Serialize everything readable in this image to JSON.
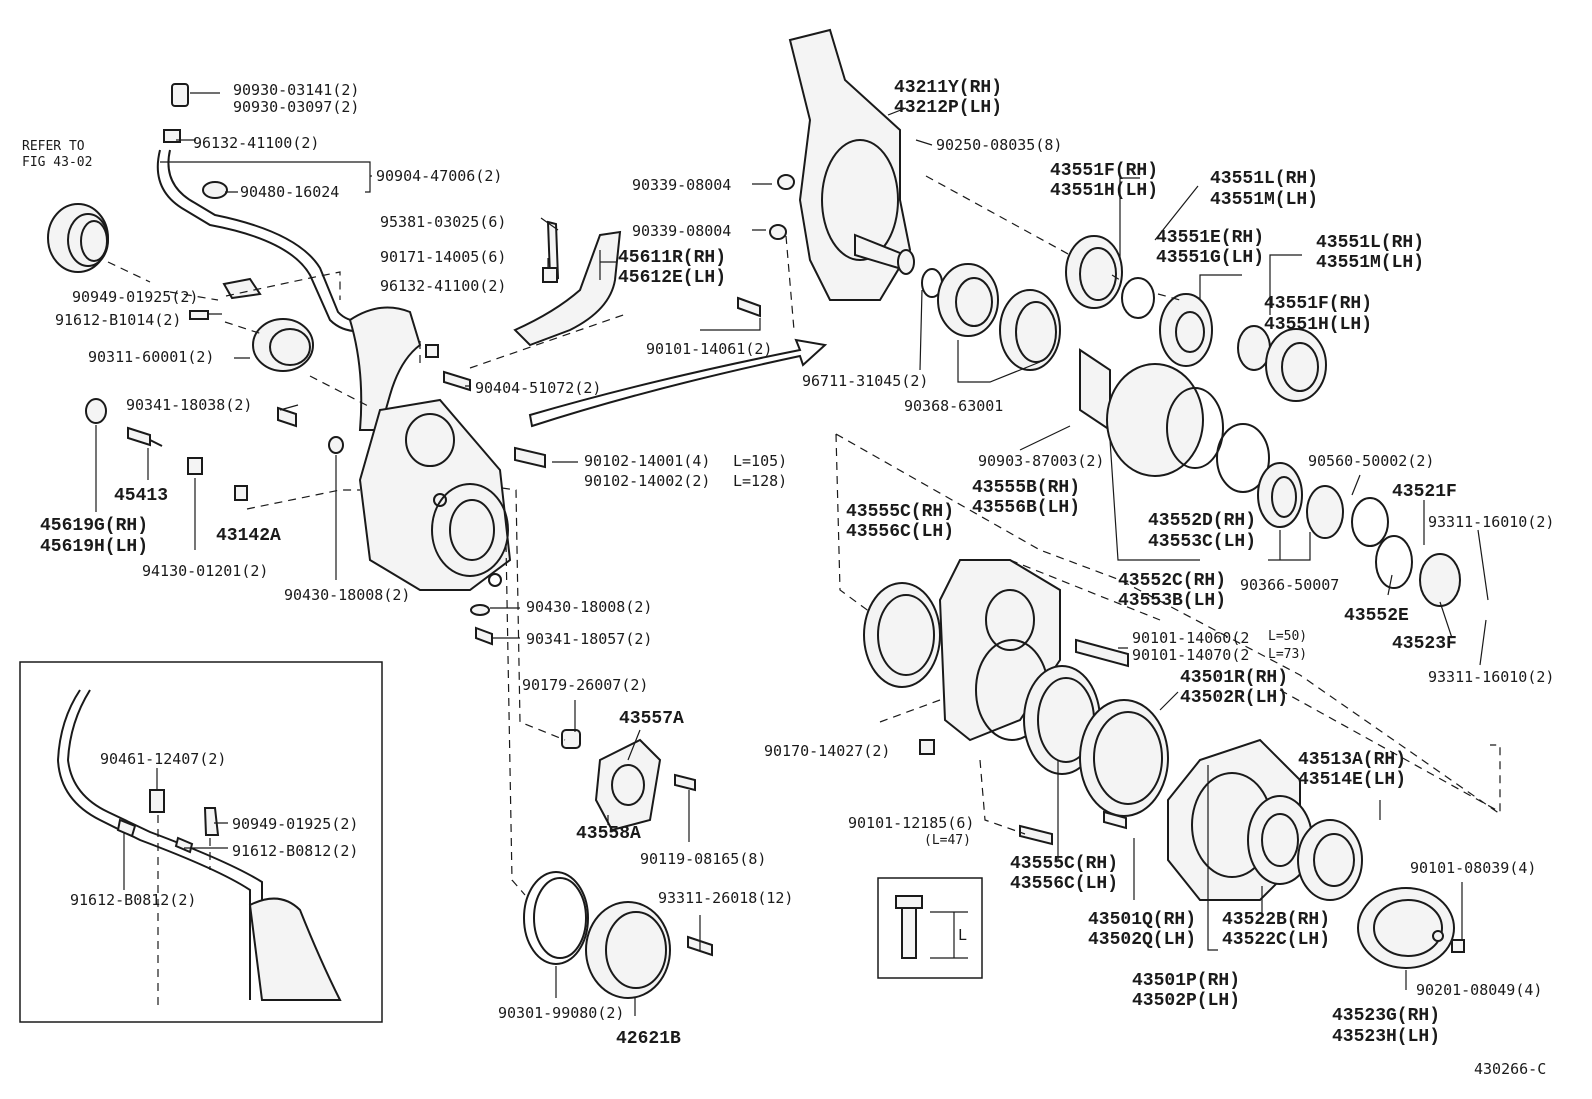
{
  "labels": {
    "p_90930_03141": "90930-03141(2)",
    "p_90930_03097": "90930-03097(2)",
    "refer_to": "REFER TO",
    "fig_43_02": "FIG 43-02",
    "p_96132_41100_a": "96132-41100(2)",
    "p_90904_47006": "90904-47006(2)",
    "p_90480_16024": "90480-16024",
    "p_95381_03025": "95381-03025(6)",
    "p_90171_14005": "90171-14005(6)",
    "p_96132_41100_b": "96132-41100(2)",
    "p_45611R": "45611R(RH)",
    "p_45612E": "45612E(LH)",
    "p_90949_01925_a": "90949-01925(2)",
    "p_91612_B1014": "91612-B1014(2)",
    "p_90311_60001": "90311-60001(2)",
    "p_90404_51072": "90404-51072(2)",
    "p_90341_18038": "90341-18038(2)",
    "p_45413": "45413",
    "p_45619G": "45619G(RH)",
    "p_45619H": "45619H(LH)",
    "p_43142A": "43142A",
    "p_94130_01201": "94130-01201(2)",
    "p_90430_18008_a": "90430-18008(2)",
    "p_90102_14001": "90102-14001(4)",
    "p_90102_14002": "90102-14002(2)",
    "len_105": "L=105)",
    "len_128": "L=128)",
    "p_90430_18008_b": "90430-18008(2)",
    "p_90341_18057": "90341-18057(2)",
    "p_90179_26007": "90179-26007(2)",
    "p_43557A": "43557A",
    "p_43558A": "43558A",
    "p_90119_08165": "90119-08165(8)",
    "p_93311_26018": "93311-26018(12)",
    "p_90301_99080": "90301-99080(2)",
    "p_42621B": "42621B",
    "p_90461_12407": "90461-12407(2)",
    "p_90949_01925_b": "90949-01925(2)",
    "p_91612_B0812_a": "91612-B0812(2)",
    "p_91612_B0812_b": "91612-B0812(2)",
    "p_43211Y": "43211Y(RH)",
    "p_43212P": "43212P(LH)",
    "p_90250_08035": "90250-08035(8)",
    "p_90339_08004_a": "90339-08004",
    "p_90339_08004_b": "90339-08004",
    "p_43551F_a": "43551F(RH)",
    "p_43551H_a": "43551H(LH)",
    "p_43551L_a": "43551L(RH)",
    "p_43551M_a": "43551M(LH)",
    "p_43551E": "43551E(RH)",
    "p_43551G": "43551G(LH)",
    "p_43551L_b": "43551L(RH)",
    "p_43551M_b": "43551M(LH)",
    "p_43551F_b": "43551F(RH)",
    "p_43551H_b": "43551H(LH)",
    "p_90101_14061": "90101-14061(2)",
    "p_96711_31045": "96711-31045(2)",
    "p_90368_63001": "90368-63001",
    "p_90903_87003": "90903-87003(2)",
    "p_90560_50002": "90560-50002(2)",
    "p_43555B": "43555B(RH)",
    "p_43556B": "43556B(LH)",
    "p_43555C_a": "43555C(RH)",
    "p_43556C_a": "43556C(LH)",
    "p_43552D": "43552D(RH)",
    "p_43553C": "43553C(LH)",
    "p_43521F": "43521F",
    "p_93311_16010_a": "93311-16010(2)",
    "p_43552C": "43552C(RH)",
    "p_43553B": "43553B(LH)",
    "p_90366_50007": "90366-50007",
    "p_43552E": "43552E",
    "p_43523F": "43523F",
    "p_93311_16010_b": "93311-16010(2)",
    "p_90101_14060": "90101-14060(2",
    "p_90101_14070": "90101-14070(2",
    "len_50": "L=50)",
    "len_73": "L=73)",
    "p_43501R": "43501R(RH)",
    "p_43502R": "43502R(LH)",
    "p_90170_14027": "90170-14027(2)",
    "p_43513A": "43513A(RH)",
    "p_43514E": "43514E(LH)",
    "p_90101_12185": "90101-12185(6)",
    "len_47": "(L=47)",
    "p_43555C_b": "43555C(RH)",
    "p_43556C_b": "43556C(LH)",
    "p_90101_08039": "90101-08039(4)",
    "p_43501Q": "43501Q(RH)",
    "p_43502Q": "43502Q(LH)",
    "p_43522B": "43522B(RH)",
    "p_43522C": "43522C(LH)",
    "p_43501P": "43501P(RH)",
    "p_43502P": "43502P(LH)",
    "p_90201_08049": "90201-08049(4)",
    "p_43523G": "43523G(RH)",
    "p_43523H": "43523H(LH)",
    "length_key": "L",
    "diagram_id": "430266-C"
  }
}
